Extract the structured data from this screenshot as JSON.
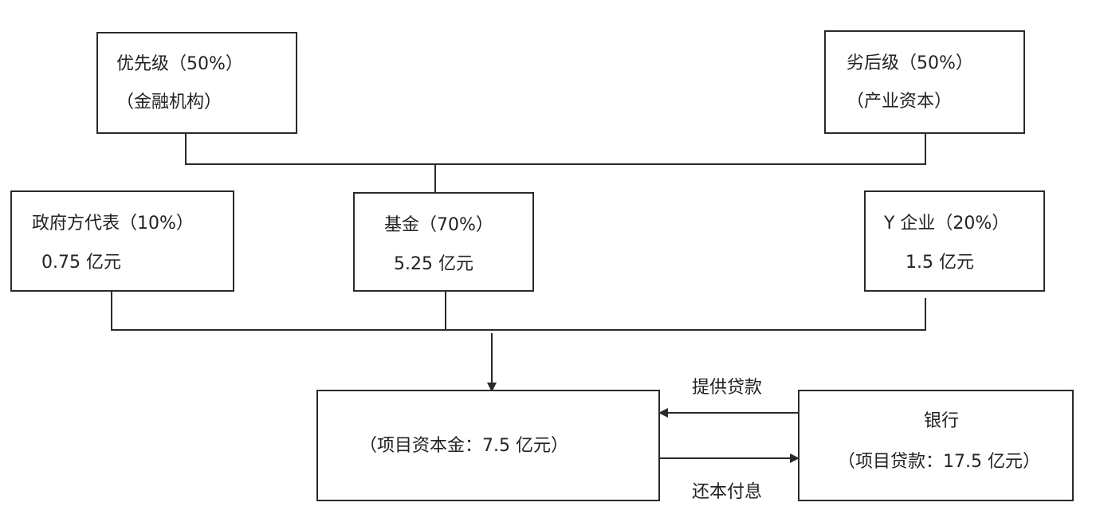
{
  "boxes": {
    "senior": {
      "line1": "优先级（50%）",
      "line2": "（金融机构）"
    },
    "junior": {
      "line1": "劣后级（50%）",
      "line2": "（产业资本）"
    },
    "government": {
      "line1": "政府方代表（10%）",
      "line2": "0.75 亿元"
    },
    "fund": {
      "line1": "基金（70%）",
      "line2": "5.25 亿元"
    },
    "enterprise": {
      "line1": "Y 企业（20%）",
      "line2": "1.5 亿元"
    },
    "project": {
      "line1": "（项目资本金：7.5 亿元）"
    },
    "bank": {
      "line1": "银行",
      "line2": "（项目贷款：17.5 亿元）"
    }
  },
  "edge_labels": {
    "loan": "提供贷款",
    "repay": "还本付息"
  },
  "colors": {
    "stroke": "#2a2a2a",
    "text": "#222222"
  }
}
